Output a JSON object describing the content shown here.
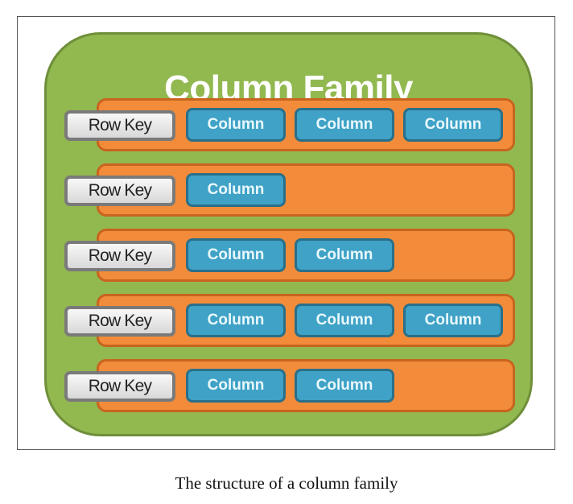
{
  "diagram": {
    "title": "Column Family",
    "rows": [
      {
        "key_label": "Row Key",
        "columns": [
          "Column",
          "Column",
          "Column"
        ]
      },
      {
        "key_label": "Row Key",
        "columns": [
          "Column"
        ]
      },
      {
        "key_label": "Row Key",
        "columns": [
          "Column",
          "Column"
        ]
      },
      {
        "key_label": "Row Key",
        "columns": [
          "Column",
          "Column",
          "Column"
        ]
      },
      {
        "key_label": "Row Key",
        "columns": [
          "Column",
          "Column"
        ]
      }
    ],
    "colors": {
      "family_bg": "#92b850",
      "row_bg": "#f28c3a",
      "column_bg": "#3fa2c6",
      "row_key_bg": "#e8e8ea"
    }
  },
  "caption": "The structure of a column family"
}
